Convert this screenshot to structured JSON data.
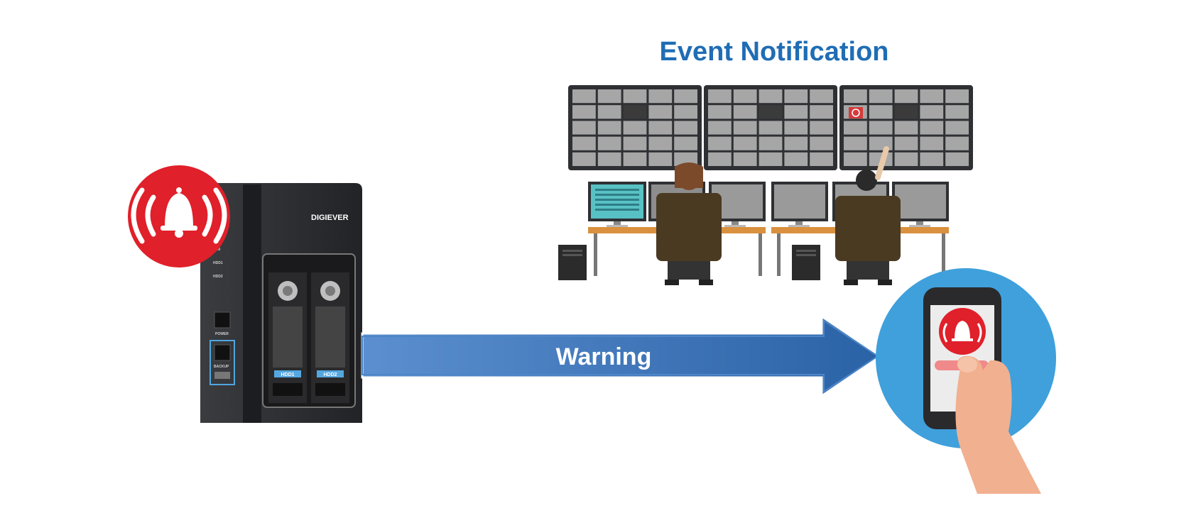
{
  "diagram": {
    "title": "Event Notification",
    "arrow_label": "Warning",
    "nas": {
      "brand": "DIGIEVER",
      "led_labels": [
        "LAN",
        "HDD1",
        "HDD2"
      ],
      "power_label": "POWER",
      "backup_label": "BACKUP",
      "bay_labels": [
        "HDD1",
        "HDD2"
      ]
    },
    "colors": {
      "title": "#1f6db5",
      "arrow_start": "#5b8fcf",
      "arrow_end": "#2a62a6",
      "alert_red": "#e0202a",
      "phone_circle": "#3fa0dc",
      "nas_body": "#2f3134",
      "desk": "#d9913f",
      "chair": "#4a3a22"
    },
    "icons": [
      "alarm-bell-icon",
      "phone-alarm-bell-icon",
      "monitor-alarm-icon",
      "nas-device-icon",
      "smartphone-icon",
      "hand-icon"
    ]
  }
}
